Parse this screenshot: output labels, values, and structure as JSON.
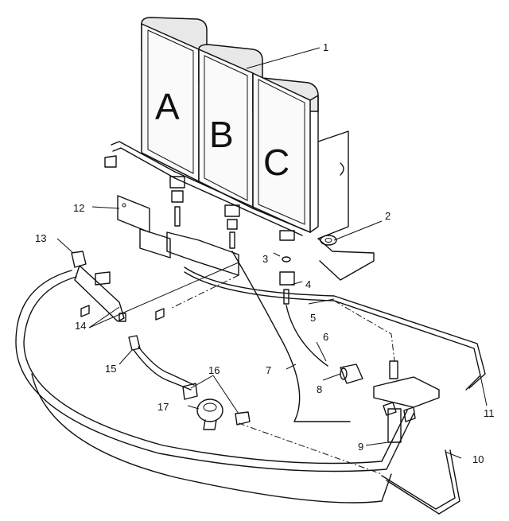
{
  "burner_letters": [
    "A",
    "B",
    "C"
  ],
  "callouts": [
    "1",
    "2",
    "3",
    "4",
    "5",
    "6",
    "7",
    "8",
    "9",
    "10",
    "11",
    "12",
    "13",
    "14",
    "15",
    "16",
    "17"
  ]
}
